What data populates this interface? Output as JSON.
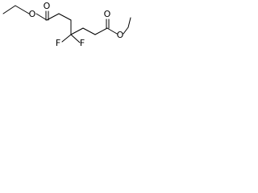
{
  "molecule": {
    "atoms": {
      "o_left_carbonyl": "O",
      "o_left_ester": "O",
      "f_left": "F",
      "f_right": "F",
      "o_right_carbonyl": "O",
      "o_right_ester": "O"
    }
  }
}
